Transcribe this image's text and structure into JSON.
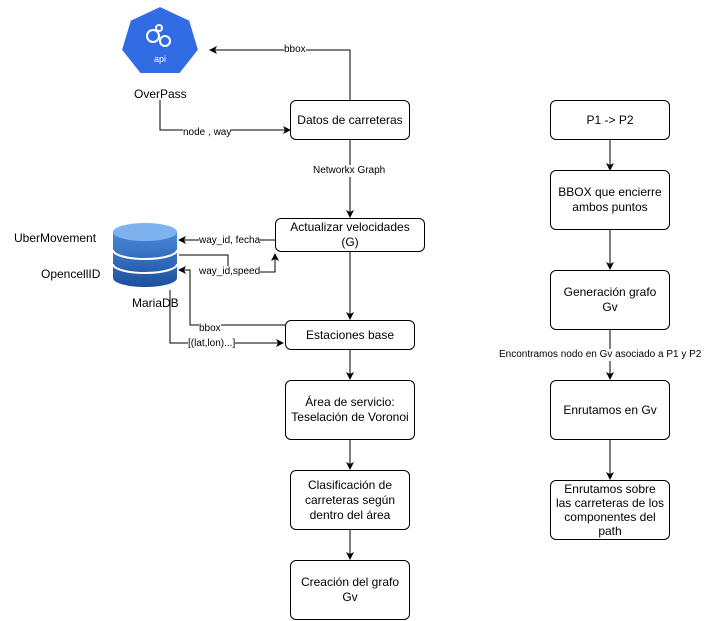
{
  "icons": {
    "api": {
      "name": "kubernetes-api-icon",
      "text": "api",
      "color": "#326ce5"
    },
    "database": {
      "name": "database-icon",
      "color": "#2f5fb3"
    }
  },
  "labels": {
    "overpass": "OverPass",
    "mariadb": "MariaDB",
    "ubermovement": "UberMovement",
    "opencellid": "OpencellID"
  },
  "left_flow": {
    "datos": "Datos de carreteras",
    "actualizar": "Actualizar velocidades (G)",
    "estaciones": "Estaciones base",
    "area": "Área de servicio:\nTeselación de Voronoi",
    "clasificacion": "Clasificación de carreteras según dentro del área",
    "creacion": "Creación del grafo Gv"
  },
  "edges": {
    "bbox_top": "bbox",
    "node_way": "node , way",
    "networkx": "Networkx Graph",
    "wayid_fecha": "way_id, fecha",
    "wayid_speed": "way_id,speed",
    "bbox_mid": "bbox",
    "latlon": "[(lat,lon)...]",
    "encontramos": "Encontramos nodo en Gv asociado a P1 y P2"
  },
  "right_flow": {
    "p1p2": "P1 -> P2",
    "bbox_box": "BBOX que encierre ambos puntos",
    "generacion": "Generación grafo Gv",
    "enrutamos": "Enrutamos en Gv",
    "enrutamos_sobre": "Enrutamos sobre las carreteras de los componentes del path"
  }
}
